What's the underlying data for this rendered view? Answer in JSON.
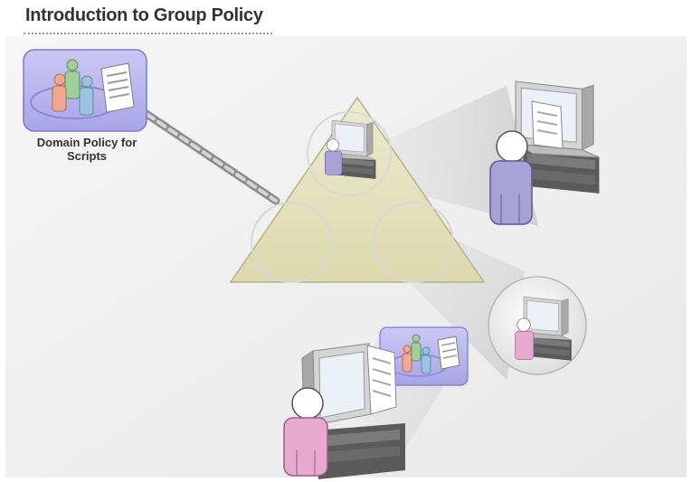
{
  "slide": {
    "title": "Introduction to Group Policy",
    "policy_caption_line1": "Domain Policy for",
    "policy_caption_line2": "Scripts"
  },
  "colors": {
    "policy_panel": "#b8b4ee",
    "triangle_fill": "#e6e4bf",
    "person_purple": "#a9a2d6",
    "person_pink": "#e8a9cf",
    "person_green": "#9fcf9a",
    "person_blue": "#9cc4e0",
    "person_salmon": "#f0a890",
    "computer_gray": "#c9c9c9"
  },
  "icons": {
    "policy": "domain-policy-icon",
    "chain": "chain-link-icon",
    "site": "active-directory-triangle-icon"
  }
}
